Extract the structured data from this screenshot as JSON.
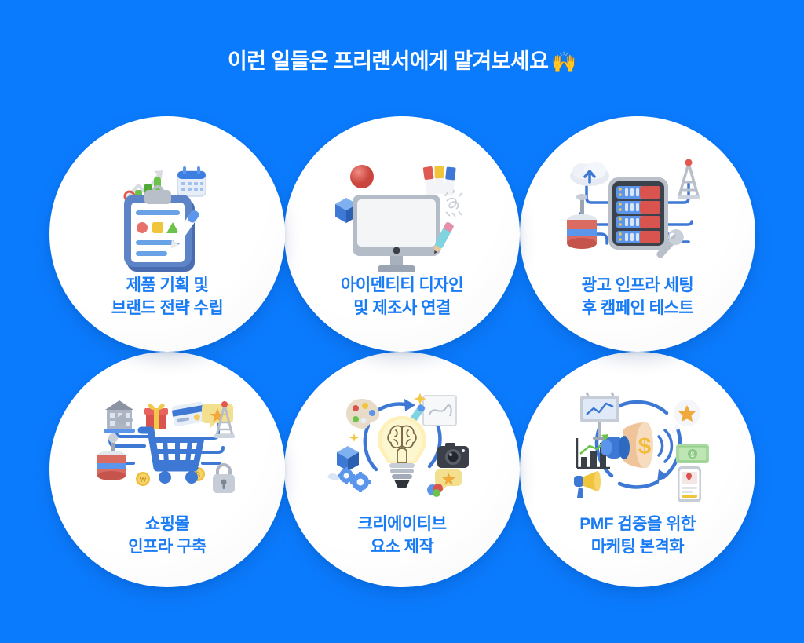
{
  "page": {
    "background_color": "#0b7bfd",
    "card_background_color": "#ffffff",
    "label_color": "#1a7cf5",
    "headline_color": "#ffffff"
  },
  "header": {
    "title": "이런 일들은 프리랜서에게 맡겨보세요",
    "emoji": "🙌"
  },
  "cards": [
    {
      "id": "product-planning",
      "label": "제품 기획 및\n브랜드 전략 수립",
      "icon": "clipboard-chart-calendar-icon"
    },
    {
      "id": "identity-design",
      "label": "아이덴티티 디자인\n및 제조사 연결",
      "icon": "monitor-design-tools-icon"
    },
    {
      "id": "ad-infrastructure",
      "label": "광고 인프라 세팅\n후 캠페인 테스트",
      "icon": "server-rack-network-icon"
    },
    {
      "id": "shopping-mall",
      "label": "쇼핑몰\n인프라 구축",
      "icon": "shopping-cart-commerce-icon"
    },
    {
      "id": "creative-assets",
      "label": "크리에이티브\n요소 제작",
      "icon": "lightbulb-brain-creative-icon"
    },
    {
      "id": "pmf-marketing",
      "label": "PMF 검증을 위한\n마케팅 본격화",
      "icon": "megaphone-marketing-icon"
    }
  ]
}
